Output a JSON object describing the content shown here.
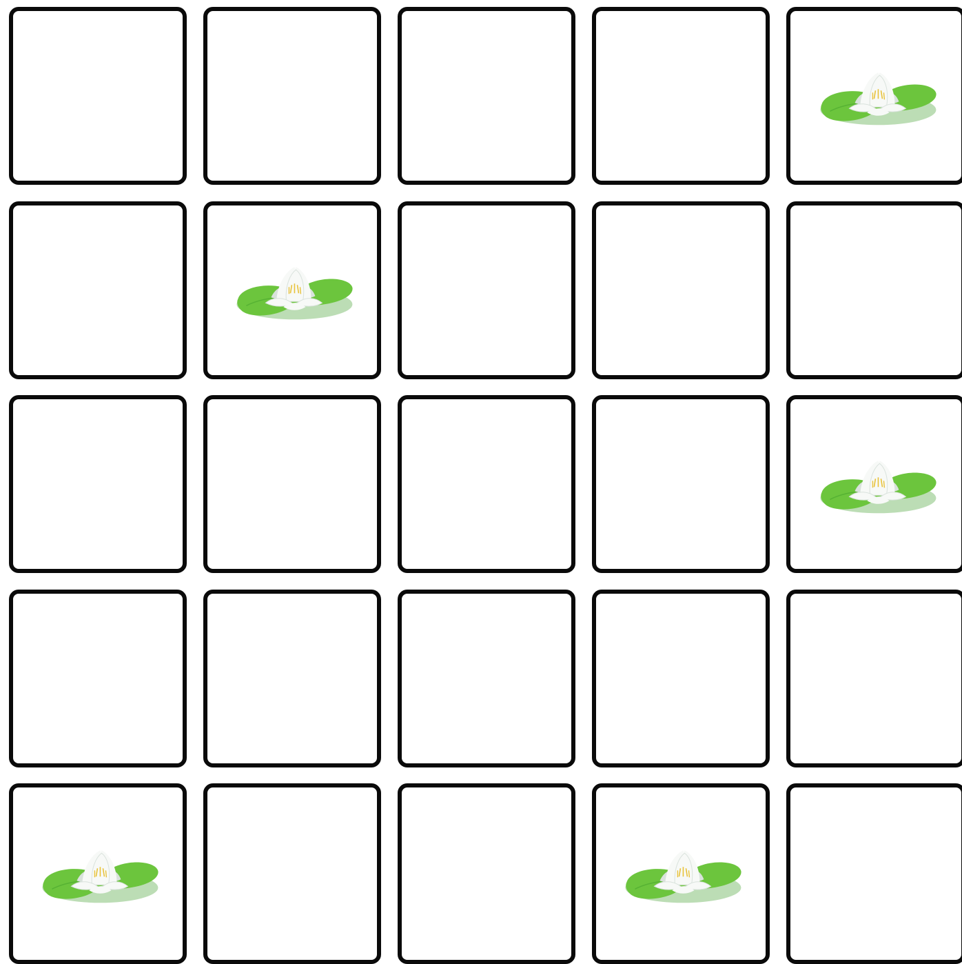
{
  "board": {
    "rows": 5,
    "cols": 5,
    "cell_color": "#ffffff",
    "border_color": "#0a0a0a",
    "lily_pads": [
      {
        "row": 0,
        "col": 4
      },
      {
        "row": 1,
        "col": 1
      },
      {
        "row": 2,
        "col": 4
      },
      {
        "row": 4,
        "col": 0
      },
      {
        "row": 4,
        "col": 3
      }
    ],
    "piece_icon": "lily-pad-icon",
    "colors": {
      "pad": "#6cc53d",
      "pad_shadow": "#3f9f2a",
      "petal": "#f7f9f7",
      "petal_shade": "#d9e2dc",
      "stamen": "#e8c23a"
    }
  }
}
